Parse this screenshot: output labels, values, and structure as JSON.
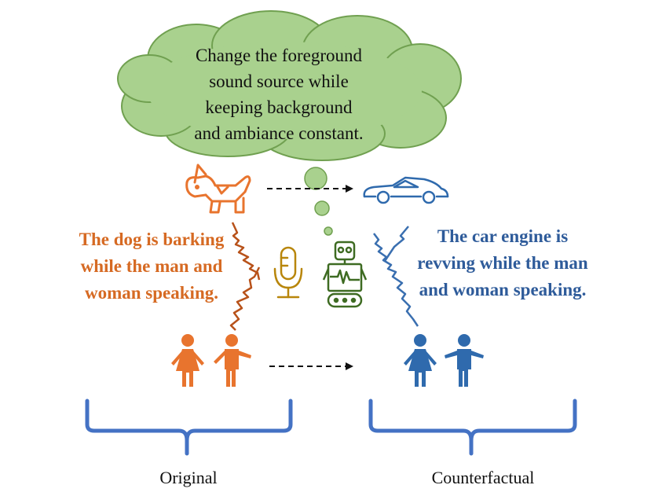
{
  "cloud": {
    "line1": "Change the foreground",
    "line2": "sound source while",
    "line3": "keeping background",
    "line4": "and ambiance constant."
  },
  "original": {
    "caption": "The dog is barking while the man and woman speaking.",
    "label": "Original"
  },
  "counterfactual": {
    "caption": "The car engine is revving while the man and woman speaking.",
    "label": "Counterfactual"
  },
  "colors": {
    "orange": "#e8742e",
    "orange_text": "#d66a23",
    "blue": "#2f6aad",
    "blue_text": "#2e5b9a",
    "cloud_fill": "#a9d18e",
    "cloud_stroke": "#70a050",
    "green": "#4a7a2a",
    "mic": "#b8860b",
    "brace": "#4472c4"
  },
  "icons": [
    "dog-icon",
    "car-icon",
    "people-icon",
    "microphone-icon",
    "robot-icon",
    "sound-wave-icon",
    "arrow-icon",
    "brace-icon"
  ]
}
